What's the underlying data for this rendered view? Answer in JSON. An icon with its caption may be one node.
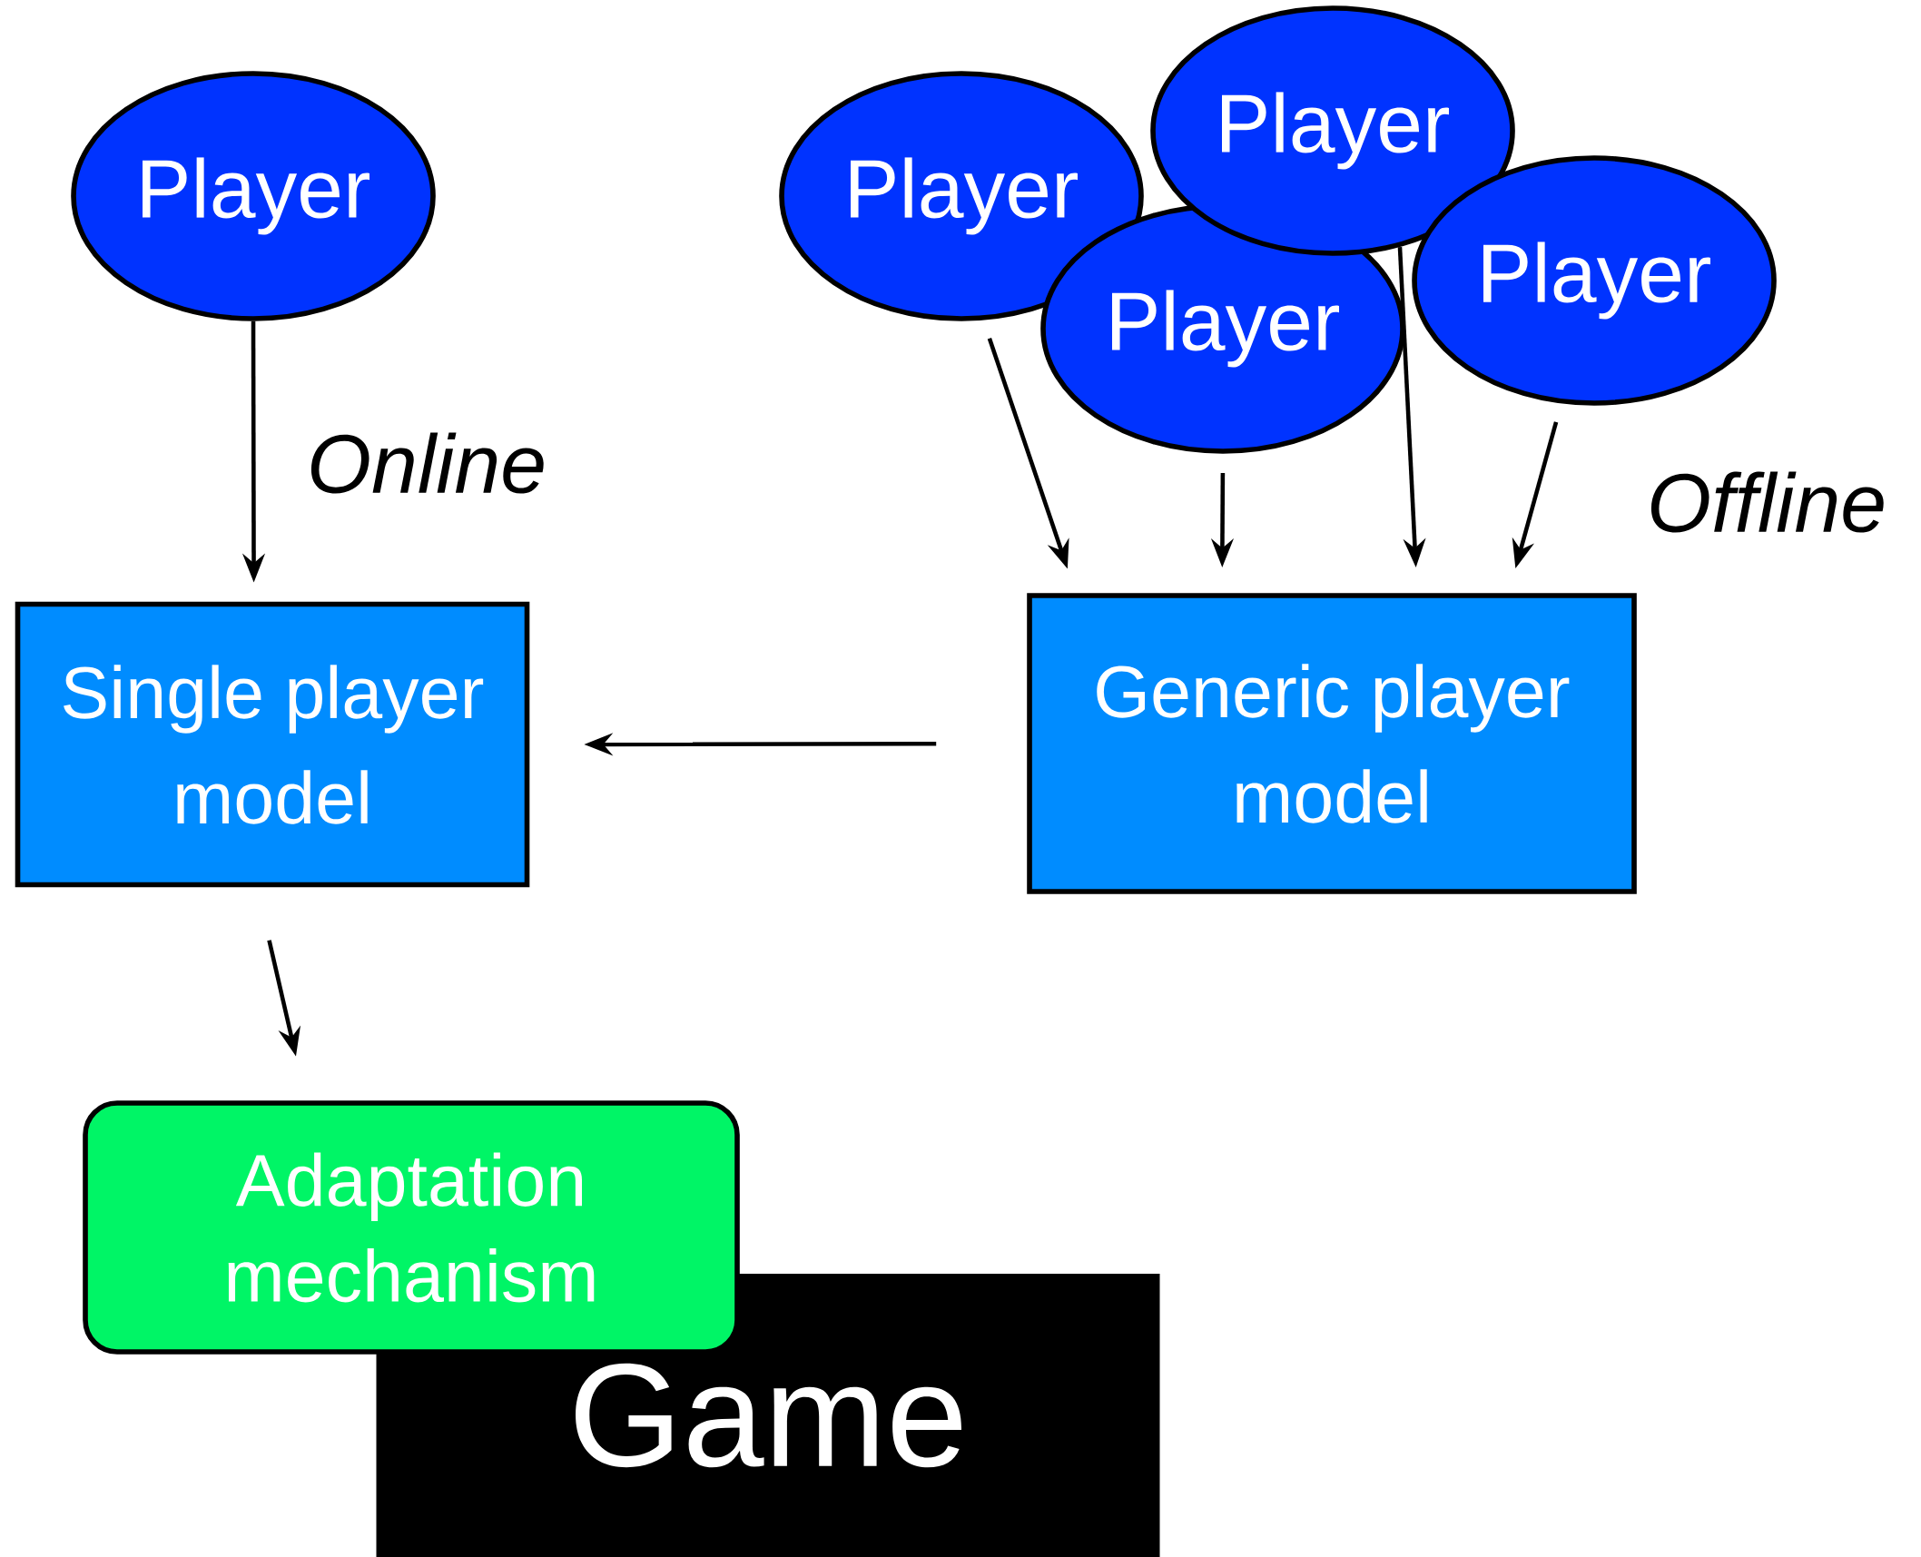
{
  "diagram": {
    "nodes": [
      {
        "text": [
          "Player"
        ]
      },
      {
        "text": [
          "Player"
        ]
      },
      {
        "text": [
          "Player"
        ]
      },
      {
        "text": [
          "Player"
        ]
      },
      {
        "text": [
          "Player"
        ]
      },
      {
        "text": [
          "Single player model"
        ]
      },
      {
        "text": [
          "Generic player model"
        ]
      },
      {
        "text": [
          "Adaptation mechanism"
        ]
      },
      {
        "text": [
          "Game"
        ]
      }
    ],
    "edges": [
      {
        "from": 0,
        "to": 5,
        "arrow": "to",
        "label": "Online"
      },
      {
        "from": 1,
        "to": 6,
        "arrow": "to"
      },
      {
        "from": 2,
        "to": 6,
        "arrow": "to"
      },
      {
        "from": 3,
        "to": 6,
        "arrow": "to"
      },
      {
        "from": 4,
        "to": 6,
        "arrow": "to",
        "label": "Offline"
      },
      {
        "from": 6,
        "to": 5,
        "arrow": "to"
      },
      {
        "from": 5,
        "to": 7,
        "arrow": "to"
      }
    ]
  }
}
